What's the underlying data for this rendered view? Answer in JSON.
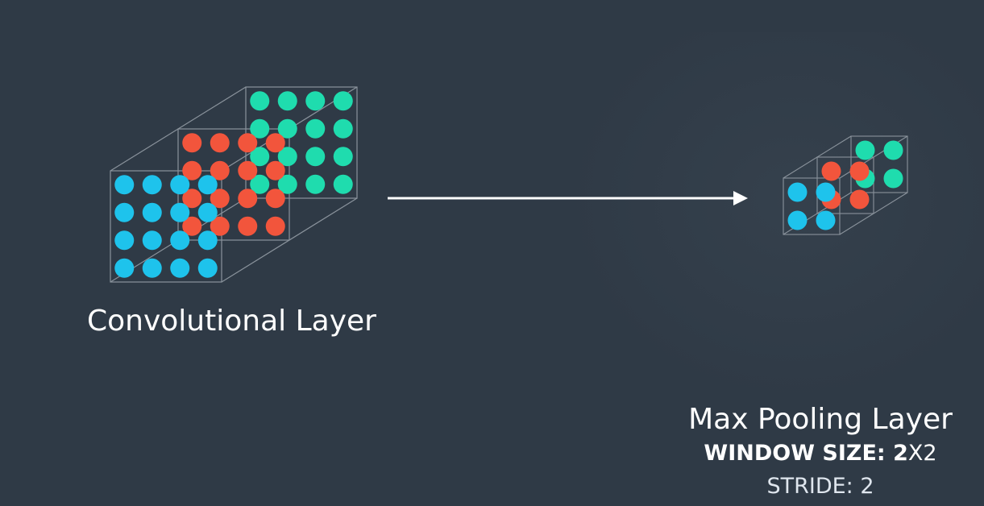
{
  "labels": {
    "conv_layer": "Convolutional Layer",
    "pool_layer": "Max Pooling Layer",
    "window_size_bold": "WINDOW SIZE: 2",
    "window_size_rest": "X2",
    "stride": "STRIDE: 2"
  },
  "colors": {
    "background": "#2f3a46",
    "cube_edge": "#8a939c",
    "teal": "#1fdcae",
    "red": "#f2553c",
    "blue": "#1ec3ec",
    "arrow": "#ffffff"
  },
  "diagram": {
    "conv_layer": {
      "grid_size": 4,
      "depth_slices": [
        "blue",
        "red",
        "teal"
      ]
    },
    "pool_layer": {
      "grid_size": 2,
      "depth_slices": [
        "blue",
        "red",
        "teal"
      ]
    }
  }
}
